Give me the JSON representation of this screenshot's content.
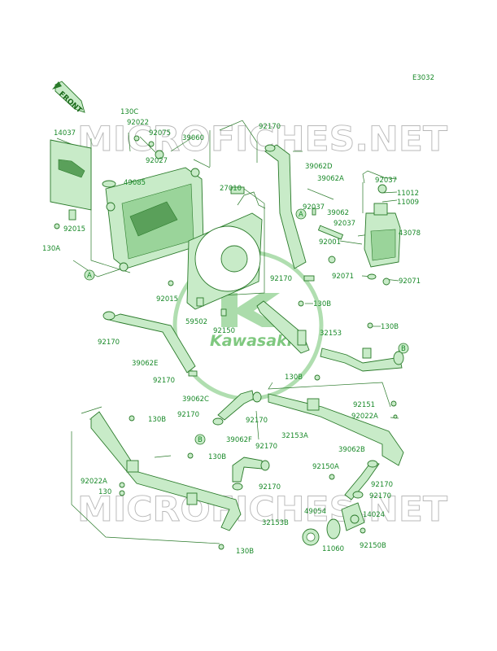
{
  "diagram_code": "E3032",
  "front_badge": "FRONT",
  "watermarks": [
    "MICROFICHES.NET",
    "MICROFICHES.NET"
  ],
  "brand": "Kawasaki",
  "colors": {
    "ink": "#2a7a2a",
    "part_fill": "#c8ebc8",
    "label": "#1a8a2a",
    "watermark": "#b8b8b8"
  },
  "labels": [
    {
      "id": "l1",
      "text": "130C"
    },
    {
      "id": "l2",
      "text": "92022"
    },
    {
      "id": "l3",
      "text": "92075"
    },
    {
      "id": "l4",
      "text": "14037"
    },
    {
      "id": "l5",
      "text": "39060"
    },
    {
      "id": "l6",
      "text": "92027"
    },
    {
      "id": "l7",
      "text": "92170"
    },
    {
      "id": "l8",
      "text": "39062D"
    },
    {
      "id": "l9",
      "text": "49085"
    },
    {
      "id": "l10",
      "text": "27010"
    },
    {
      "id": "l11",
      "text": "39062A"
    },
    {
      "id": "l12",
      "text": "92037"
    },
    {
      "id": "l13",
      "text": "11012"
    },
    {
      "id": "l14",
      "text": "11009"
    },
    {
      "id": "l15",
      "text": "92037"
    },
    {
      "id": "l16",
      "text": "39062"
    },
    {
      "id": "l17",
      "text": "92037"
    },
    {
      "id": "l18",
      "text": "43078"
    },
    {
      "id": "l19",
      "text": "92015"
    },
    {
      "id": "l20",
      "text": "130A"
    },
    {
      "id": "l21",
      "text": "92001"
    },
    {
      "id": "l22",
      "text": "92071"
    },
    {
      "id": "l23",
      "text": "92071"
    },
    {
      "id": "l24",
      "text": "92170"
    },
    {
      "id": "l25",
      "text": "92015"
    },
    {
      "id": "l26",
      "text": "130B"
    },
    {
      "id": "l27",
      "text": "59502"
    },
    {
      "id": "l28",
      "text": "92150"
    },
    {
      "id": "l29",
      "text": "130B"
    },
    {
      "id": "l30",
      "text": "32153"
    },
    {
      "id": "l31",
      "text": "92170"
    },
    {
      "id": "l32",
      "text": "39062E"
    },
    {
      "id": "l33",
      "text": "92170"
    },
    {
      "id": "l34",
      "text": "130B"
    },
    {
      "id": "l35",
      "text": "39062C"
    },
    {
      "id": "l36",
      "text": "92151"
    },
    {
      "id": "l37",
      "text": "92170"
    },
    {
      "id": "l38",
      "text": "92170"
    },
    {
      "id": "l39",
      "text": "92022A"
    },
    {
      "id": "l40",
      "text": "32153A"
    },
    {
      "id": "l41",
      "text": "130B"
    },
    {
      "id": "l42",
      "text": "39062F"
    },
    {
      "id": "l43",
      "text": "39062B"
    },
    {
      "id": "l44",
      "text": "130B"
    },
    {
      "id": "l45",
      "text": "92170"
    },
    {
      "id": "l46",
      "text": "92150A"
    },
    {
      "id": "l47",
      "text": "92022A"
    },
    {
      "id": "l48",
      "text": "92170"
    },
    {
      "id": "l49",
      "text": "92170"
    },
    {
      "id": "l50",
      "text": "130"
    },
    {
      "id": "l51",
      "text": "92170"
    },
    {
      "id": "l52",
      "text": "49054"
    },
    {
      "id": "l53",
      "text": "14024"
    },
    {
      "id": "l54",
      "text": "32153B"
    },
    {
      "id": "l55",
      "text": "11060"
    },
    {
      "id": "l56",
      "text": "92150B"
    },
    {
      "id": "l57",
      "text": "130B"
    }
  ],
  "refs": [
    {
      "id": "r1",
      "text": "A"
    },
    {
      "id": "r2",
      "text": "A"
    },
    {
      "id": "r3",
      "text": "B"
    },
    {
      "id": "r4",
      "text": "B"
    }
  ]
}
